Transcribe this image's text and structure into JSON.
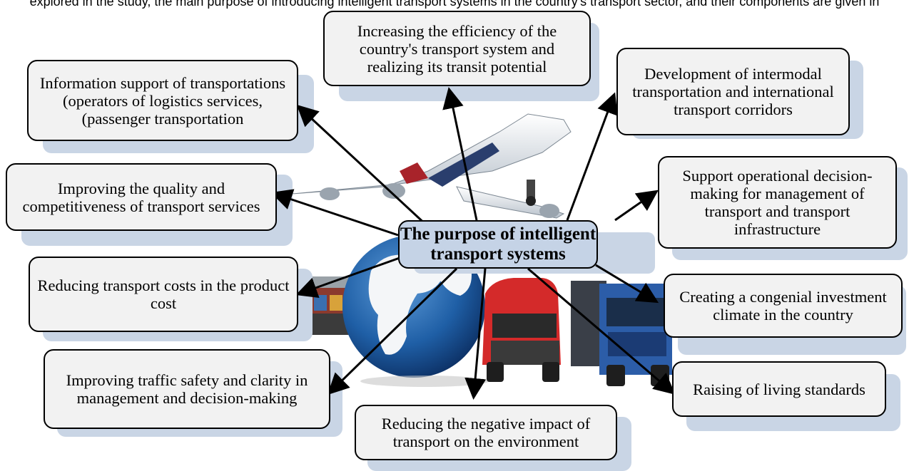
{
  "header_fragment": "explored in the study, the main purpose of introducing intelligent transport systems in the country's transport sector, and their components are given in",
  "center": {
    "title": "The purpose of intelligent transport systems"
  },
  "goals": [
    {
      "id": "efficiency",
      "text": "Increasing the efficiency of the country's transport system and realizing its transit potential"
    },
    {
      "id": "information",
      "text": "Information support of transportations (operators of logistics services, (passenger transportation"
    },
    {
      "id": "intermodal",
      "text": "Development of intermodal transportation and international transport corridors"
    },
    {
      "id": "quality",
      "text": "Improving the quality and competitiveness of transport services"
    },
    {
      "id": "decision",
      "text": "Support operational decision-making for management of transport and transport infrastructure"
    },
    {
      "id": "costs",
      "text": "Reducing transport costs in the product cost"
    },
    {
      "id": "investment",
      "text": "Creating a congenial investment climate in the country"
    },
    {
      "id": "safety",
      "text": "Improving traffic safety and clarity in management and decision-making"
    },
    {
      "id": "living",
      "text": "Raising of living standards"
    },
    {
      "id": "environment",
      "text": "Reducing the negative impact of transport on the environment"
    }
  ],
  "illustration": {
    "description_icons": [
      "airplane-icon",
      "globe-icon",
      "van-icon",
      "truck-icon",
      "ship-icon"
    ]
  },
  "colors": {
    "box_fill": "#f2f2f2",
    "box_shadow": "#c9d5e5",
    "center_fill": "#c5d3e6",
    "border": "#000000"
  }
}
